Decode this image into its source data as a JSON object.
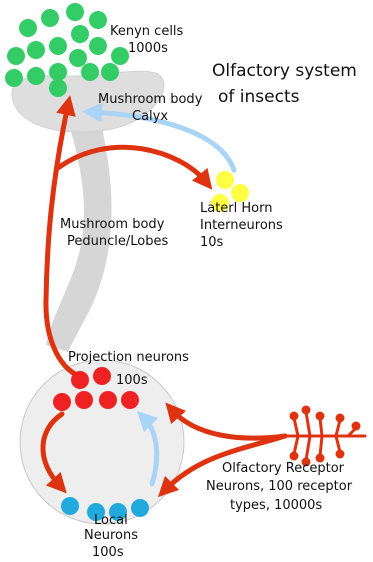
{
  "title": {
    "line1": "Olfactory system",
    "line2": "of insects"
  },
  "labels": {
    "kenyon": {
      "line1": "Kenyn cells",
      "line2": "1000s"
    },
    "calyx": {
      "line1": "Mushroom body",
      "line2": "Calyx"
    },
    "lateral_horn": {
      "line1": "Laterl Horn",
      "line2": "Interneurons",
      "line3": "10s"
    },
    "peduncle": {
      "line1": "Mushroom body",
      "line2": "Peduncle/Lobes"
    },
    "projection": {
      "line1": "Projection neurons",
      "line2": "100s"
    },
    "local": {
      "line1": "Local",
      "line2": "Neurons",
      "line3": "100s"
    },
    "receptor": {
      "line1": "Olfactory Receptor",
      "line2": "Neurons, 100 receptor",
      "line3": "types, 10000s"
    }
  },
  "colors": {
    "kenyon_cells": "#33cc66",
    "mushroom_body": "#cccccc",
    "lateral_horn_cells": "#ffff44",
    "projection_neurons": "#ee2222",
    "local_neurons": "#22aadd",
    "antennal_lobe": "#eeeeee",
    "excitatory_arrow": "#dd3311",
    "inhibitory_arrow": "#aad4f5"
  }
}
